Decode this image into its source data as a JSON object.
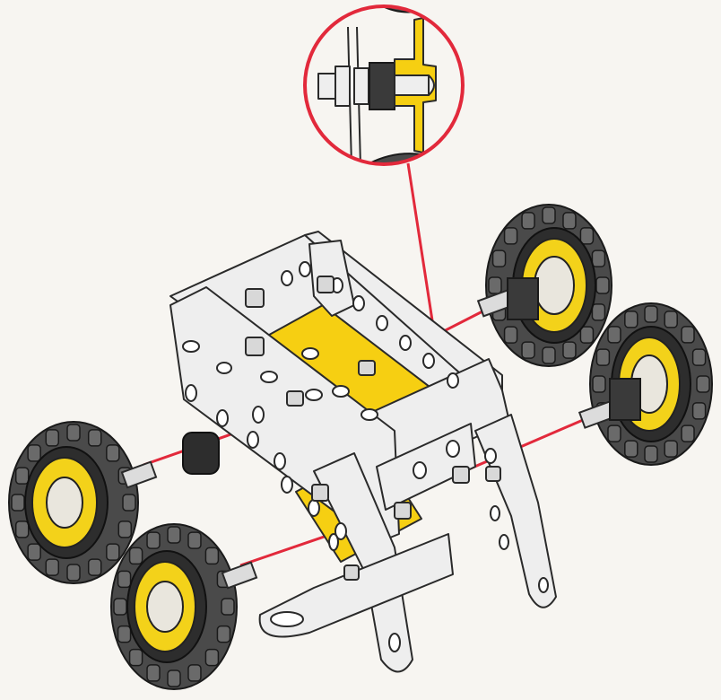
{
  "colors": {
    "paper": "#f7f5f1",
    "metal": "#eeeeee",
    "metal_outline": "#2a2a2a",
    "yellow_part": "#f6cf12",
    "tire": "#4a4a4a",
    "tire_dark": "#2d2d2d",
    "hub": "#f3d21a",
    "callout_red": "#e2293b"
  },
  "diagram": {
    "subject": "",
    "callout": "",
    "wheels": [
      {
        "id": "rear-right-upper"
      },
      {
        "id": "rear-right-lower"
      },
      {
        "id": "front-left-upper"
      },
      {
        "id": "front-left-lower"
      }
    ]
  }
}
